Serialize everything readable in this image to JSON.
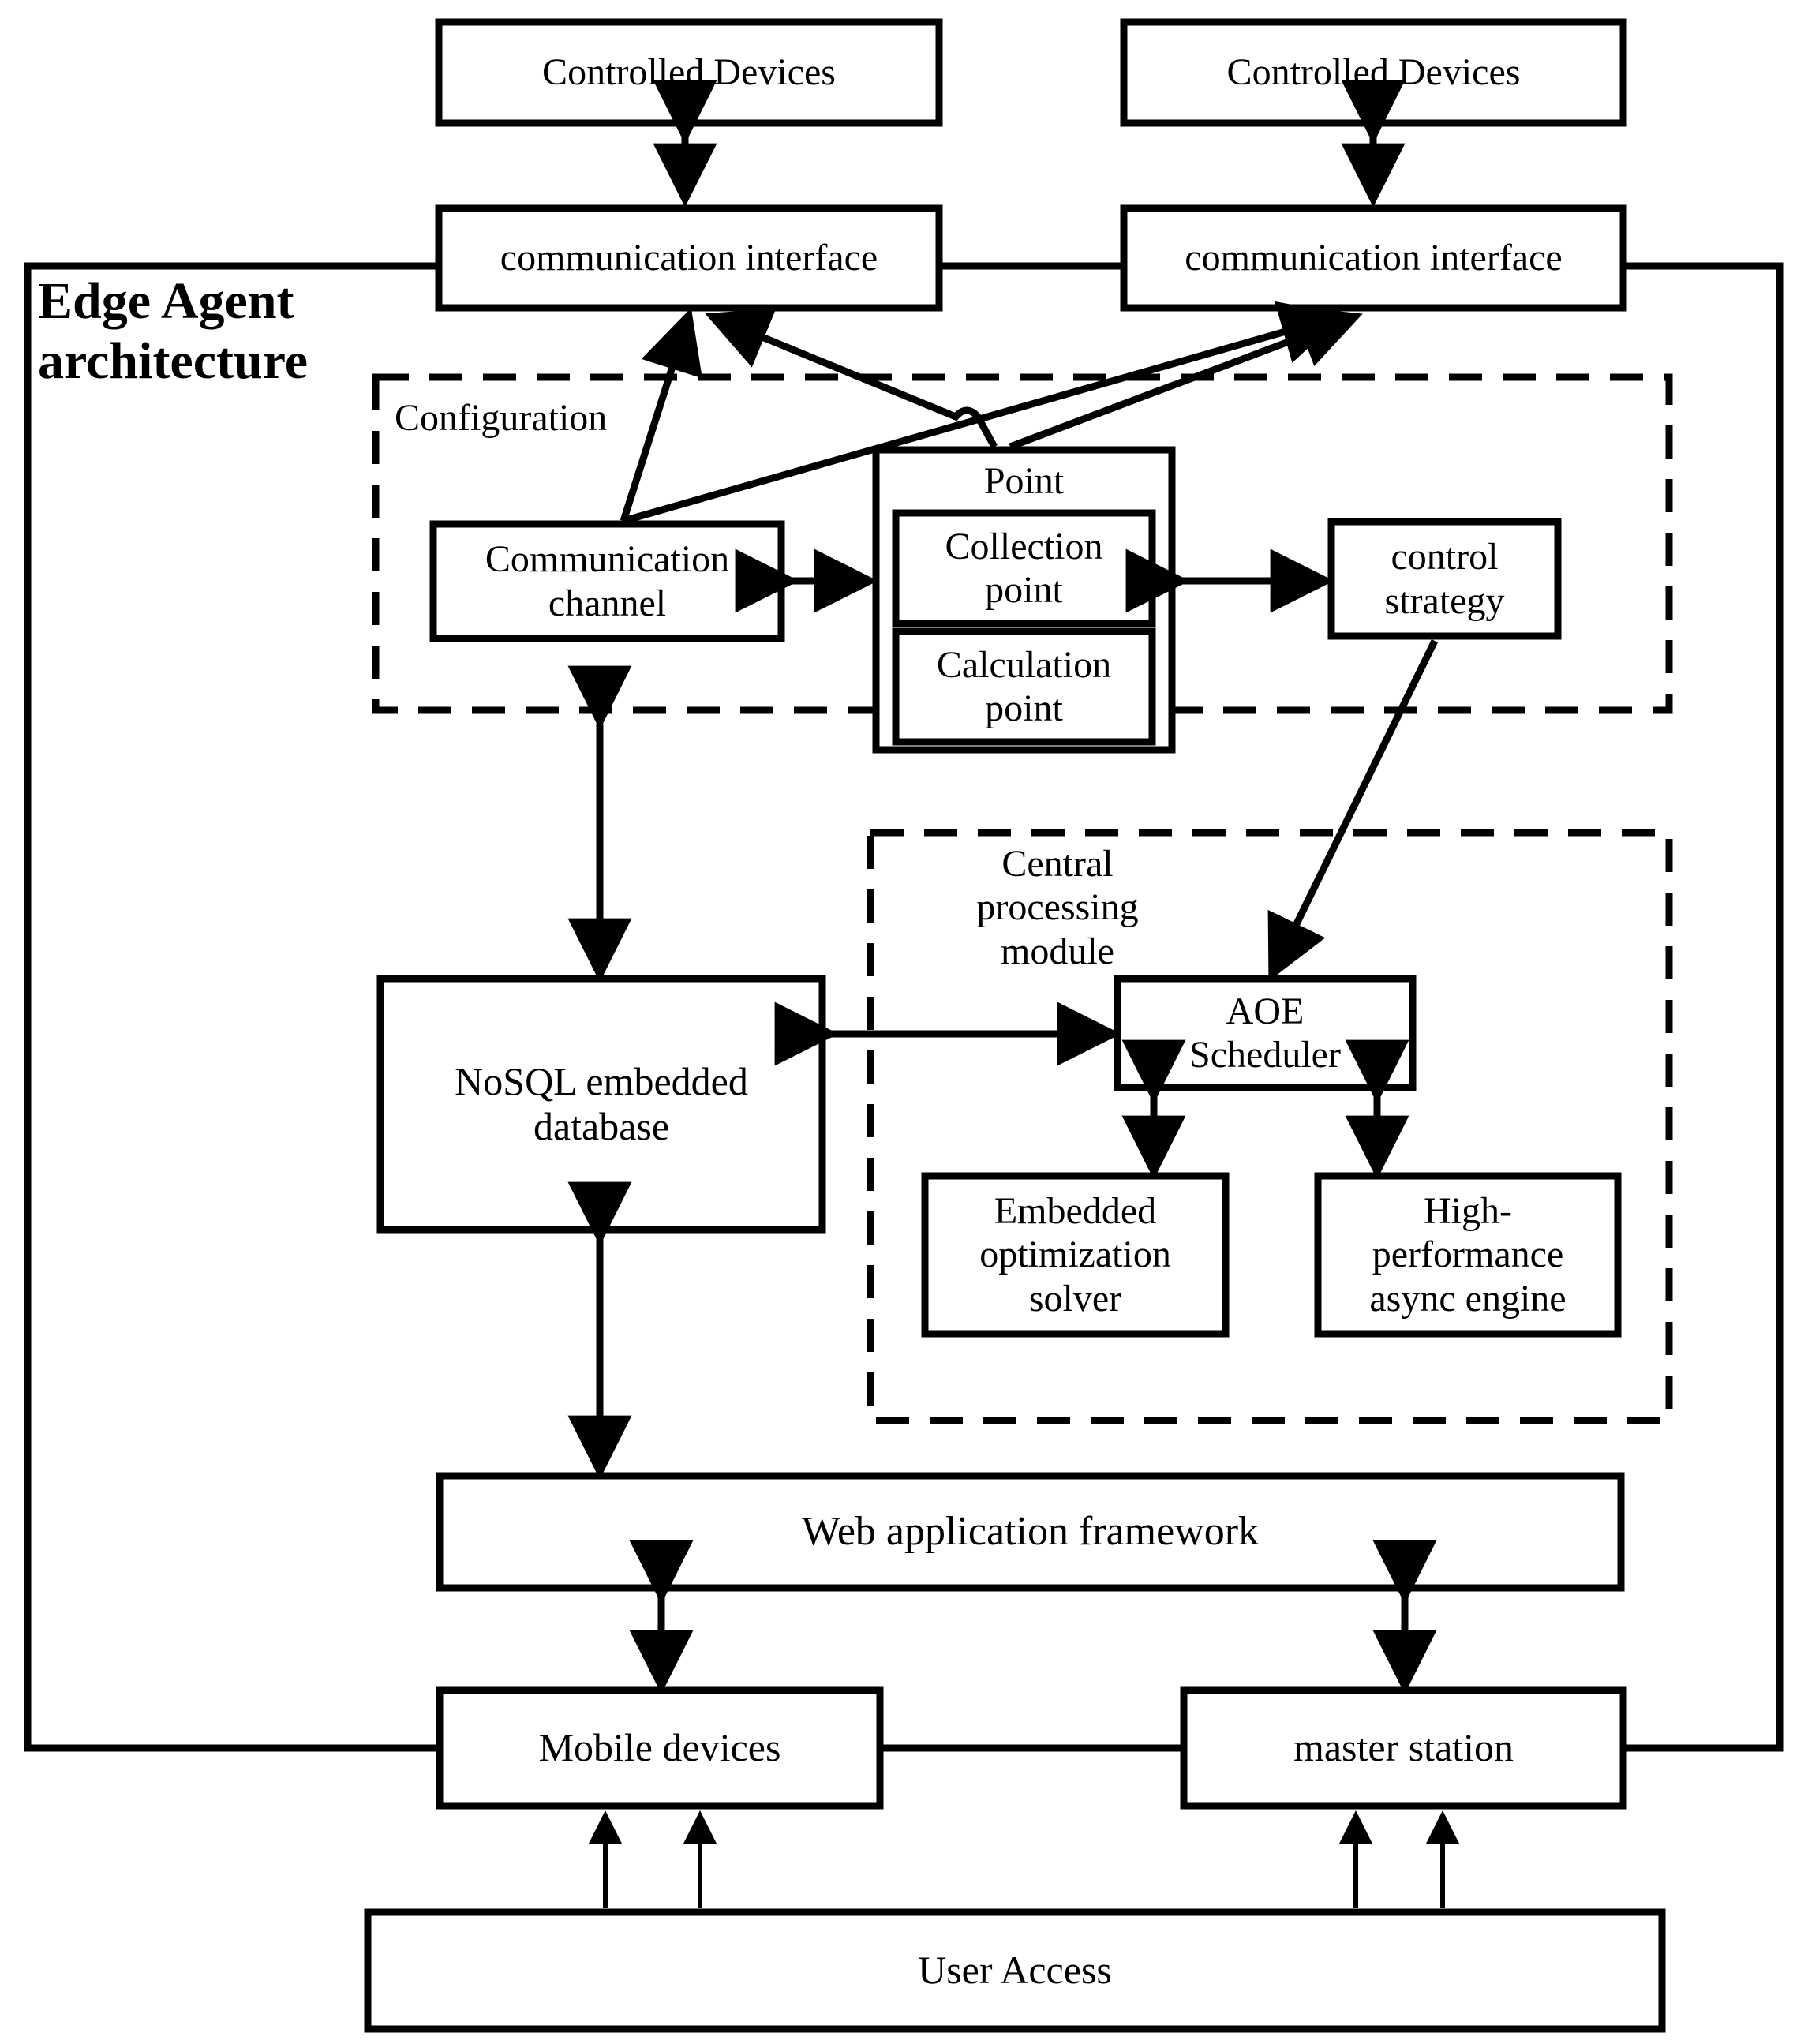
{
  "diagram": {
    "title": "Edge Agent architecture",
    "outer_label": "Edge Agent\narchitecture",
    "groups": {
      "configuration": "Configuration",
      "central_processing": "Central\nprocessing\nmodule"
    },
    "nodes": {
      "controlled_devices_left": "Controlled Devices",
      "controlled_devices_right": "Controlled Devices",
      "communication_interface_left": "communication interface",
      "communication_interface_right": "communication interface",
      "communication_channel": "Communication\nchannel",
      "point": "Point",
      "collection_point": "Collection\npoint",
      "calculation_point": "Calculation\npoint",
      "control_strategy": "control\nstrategy",
      "nosql_database": "NoSQL embedded\ndatabase",
      "aoe_scheduler": "AOE\nScheduler",
      "embedded_optimization_solver": "Embedded\noptimization\nsolver",
      "high_performance_async_engine": "High-\nperformance\nasync engine",
      "web_application_framework": "Web application framework",
      "mobile_devices": "Mobile devices",
      "master_station": "master station",
      "user_access": "User Access"
    },
    "colors": {
      "stroke": "#000000",
      "background": "#ffffff"
    }
  }
}
